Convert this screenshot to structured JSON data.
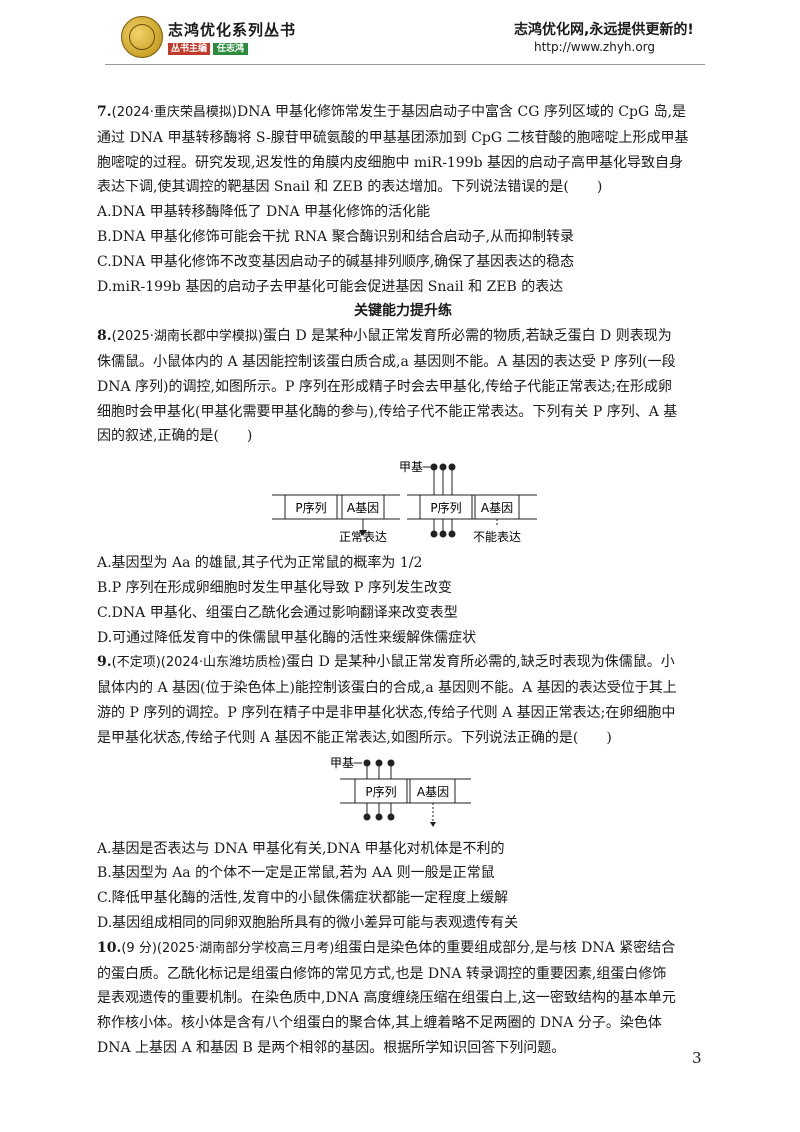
{
  "header": {
    "series_title": "志鸿优化系列丛书",
    "editor_label": "丛书主编",
    "editor_name": "任志鸿",
    "slogan": "志鸿优化网,永远提供更新的!",
    "url": "http://www.zhyh.org"
  },
  "q7": {
    "num": "7.",
    "source": "(2024·重庆荣昌模拟)",
    "lines": [
      "DNA 甲基化修饰常发生于基因启动子中富含 CG 序列区域的 CpG 岛,是",
      "通过 DNA 甲基转移酶将 S-腺苷甲硫氨酸的甲基基团添加到 CpG 二核苷酸的胞嘧啶上形成甲基",
      "胞嘧啶的过程。研究发现,迟发性的角膜内皮细胞中 miR-199b 基因的启动子高甲基化导致自身",
      "表达下调,使其调控的靶基因 Snail 和 ZEB 的表达增加。下列说法错误的是(　　)"
    ],
    "options": [
      "A.DNA 甲基转移酶降低了 DNA 甲基化修饰的活化能",
      "B.DNA 甲基化修饰可能会干扰 RNA 聚合酶识别和结合启动子,从而抑制转录",
      "C.DNA 甲基化修饰不改变基因启动子的碱基排列顺序,确保了基因表达的稳态",
      "D.miR-199b 基因的启动子去甲基化可能会促进基因 Snail 和 ZEB 的表达"
    ]
  },
  "section_title": "关键能力提升练",
  "q8": {
    "num": "8.",
    "source": "(2025·湖南长郡中学模拟)",
    "lines": [
      "蛋白 D 是某种小鼠正常发育所必需的物质,若缺乏蛋白 D 则表现为",
      "侏儒鼠。小鼠体内的 A 基因能控制该蛋白质合成,a 基因则不能。A 基因的表达受 P 序列(一段",
      "DNA 序列)的调控,如图所示。P 序列在形成精子时会去甲基化,传给子代能正常表达;在形成卵",
      "细胞时会甲基化(甲基化需要甲基化酶的参与),传给子代不能正常表达。下列有关 P 序列、A 基",
      "因的叙述,正确的是(　　)"
    ],
    "figure": {
      "methyl_label": "甲基",
      "p_label": "P序列",
      "a_label": "A基因",
      "normal_label": "正常表达",
      "abnormal_label": "不能表达"
    },
    "options": [
      "A.基因型为 Aa 的雄鼠,其子代为正常鼠的概率为 1/2",
      "B.P 序列在形成卵细胞时发生甲基化导致 P 序列发生改变",
      "C.DNA 甲基化、组蛋白乙酰化会通过影响翻译来改变表型",
      "D.可通过降低发育中的侏儒鼠甲基化酶的活性来缓解侏儒症状"
    ]
  },
  "q9": {
    "num": "9.",
    "source": "(不定项)(2024·山东潍坊质检)",
    "lines": [
      "蛋白 D 是某种小鼠正常发育所必需的,缺乏时表现为侏儒鼠。小",
      "鼠体内的 A 基因(位于染色体上)能控制该蛋白的合成,a 基因则不能。A 基因的表达受位于其上",
      "游的 P 序列的调控。P 序列在精子中是非甲基化状态,传给子代则 A 基因正常表达;在卵细胞中",
      "是甲基化状态,传给子代则 A 基因不能正常表达,如图所示。下列说法正确的是(　　)"
    ],
    "figure": {
      "methyl_label": "甲基",
      "p_label": "P序列",
      "a_label": "A基因"
    },
    "options": [
      "A.基因是否表达与 DNA 甲基化有关,DNA 甲基化对机体是不利的",
      "B.基因型为 Aa 的个体不一定是正常鼠,若为 AA 则一般是正常鼠",
      "C.降低甲基化酶的活性,发育中的小鼠侏儒症状都能一定程度上缓解",
      "D.基因组成相同的同卵双胞胎所具有的微小差异可能与表观遗传有关"
    ]
  },
  "q10": {
    "num": "10.",
    "source": "(9 分)(2025·湖南部分学校高三月考)",
    "lines": [
      "组蛋白是染色体的重要组成部分,是与核 DNA 紧密结合",
      "的蛋白质。乙酰化标记是组蛋白修饰的常见方式,也是 DNA 转录调控的重要因素,组蛋白修饰",
      "是表观遗传的重要机制。在染色质中,DNA 高度缠绕压缩在组蛋白上,这一密致结构的基本单元",
      "称作核小体。核小体是含有八个组蛋白的聚合体,其上缠着略不足两圈的 DNA 分子。染色体",
      "DNA 上基因 A 和基因 B 是两个相邻的基因。根据所学知识回答下列问题。"
    ]
  },
  "page_number": "3"
}
